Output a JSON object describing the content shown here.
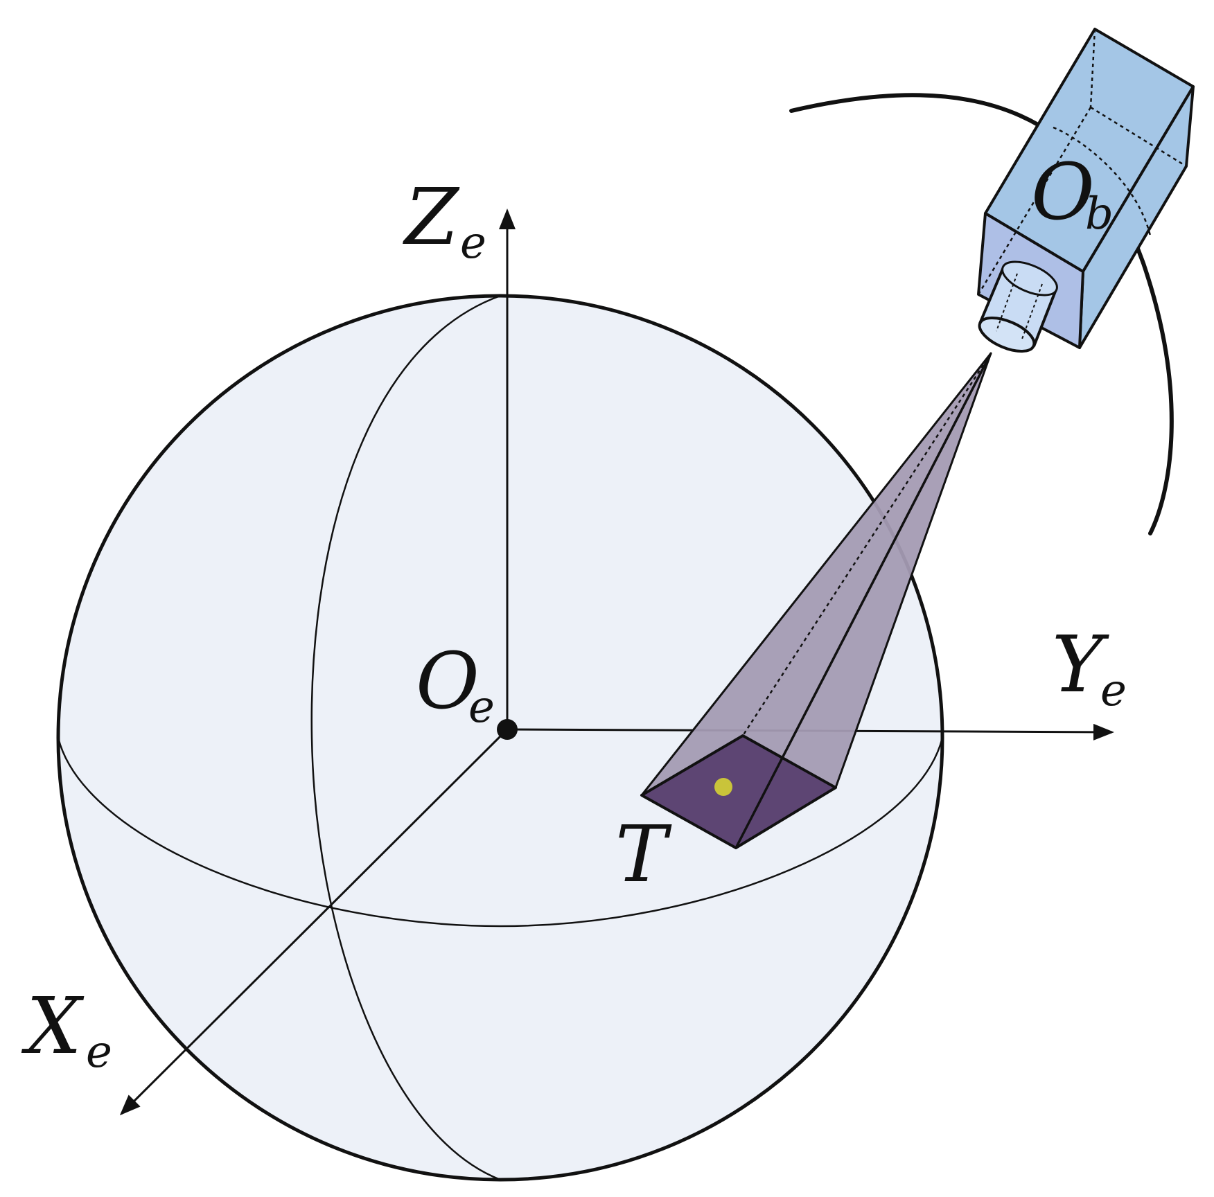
{
  "labels": {
    "z_axis": {
      "main": "Z",
      "sub": "e"
    },
    "y_axis": {
      "main": "Y",
      "sub": "e"
    },
    "x_axis": {
      "main": "X",
      "sub": "e"
    },
    "earth_origin": {
      "main": "O",
      "sub": "e"
    },
    "satellite_origin": {
      "main": "O",
      "sub": "b"
    },
    "target": {
      "main": "T"
    }
  },
  "colors": {
    "sphere_fill": "#edf1f8",
    "line": "#111111",
    "beam_fill": "#a49bb3",
    "footprint_fill": "#5d4573",
    "target_dot": "#c9c43a",
    "satellite_body": "#a4c6e6",
    "satellite_front": "#aebfe6",
    "lens_fill": "#c9dcf4"
  }
}
